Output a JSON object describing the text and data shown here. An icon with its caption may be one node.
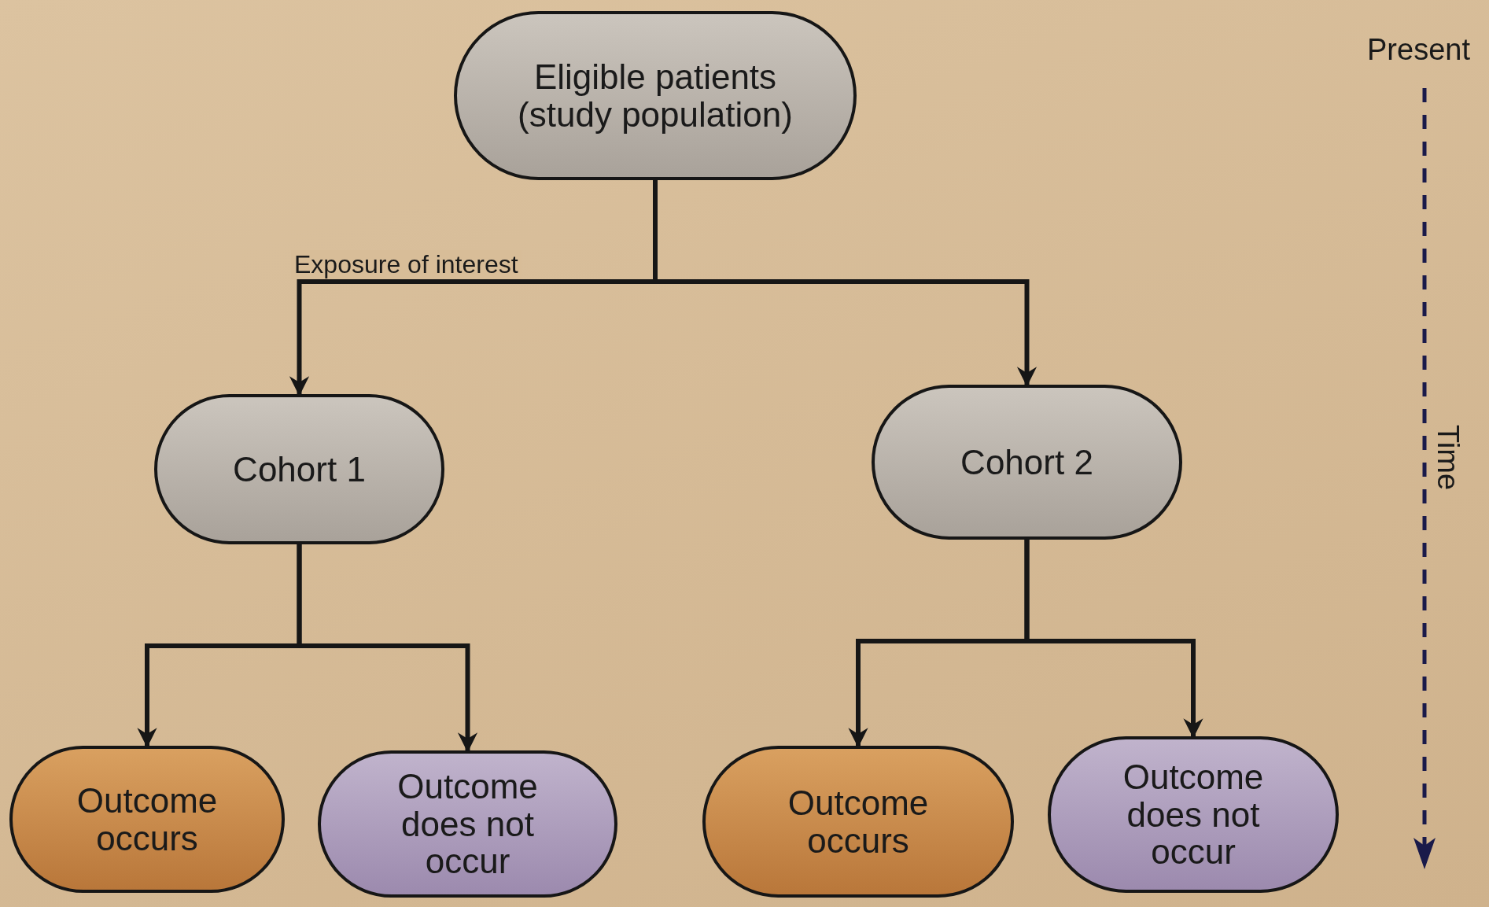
{
  "diagram": {
    "nodes": [
      {
        "text": [
          "Eligible patients (study population)"
        ]
      },
      {
        "text": [
          "Cohort 1"
        ]
      },
      {
        "text": [
          "Cohort 2"
        ]
      },
      {
        "text": [
          "Outcome occurs"
        ]
      },
      {
        "text": [
          "Outcome does not occur"
        ]
      },
      {
        "text": [
          "Outcome occurs"
        ]
      },
      {
        "text": [
          "Outcome does not occur"
        ]
      }
    ],
    "edges": [
      {
        "from": 0,
        "to": 1,
        "arrow": "to",
        "label": "Exposure of interest"
      },
      {
        "from": 0,
        "to": 2,
        "arrow": "to"
      },
      {
        "from": 1,
        "to": 3,
        "arrow": "to"
      },
      {
        "from": 1,
        "to": 4,
        "arrow": "to"
      },
      {
        "from": 2,
        "to": 5,
        "arrow": "to"
      },
      {
        "from": 2,
        "to": 6,
        "arrow": "to"
      }
    ],
    "labels": [
      "Present",
      "Time"
    ]
  }
}
